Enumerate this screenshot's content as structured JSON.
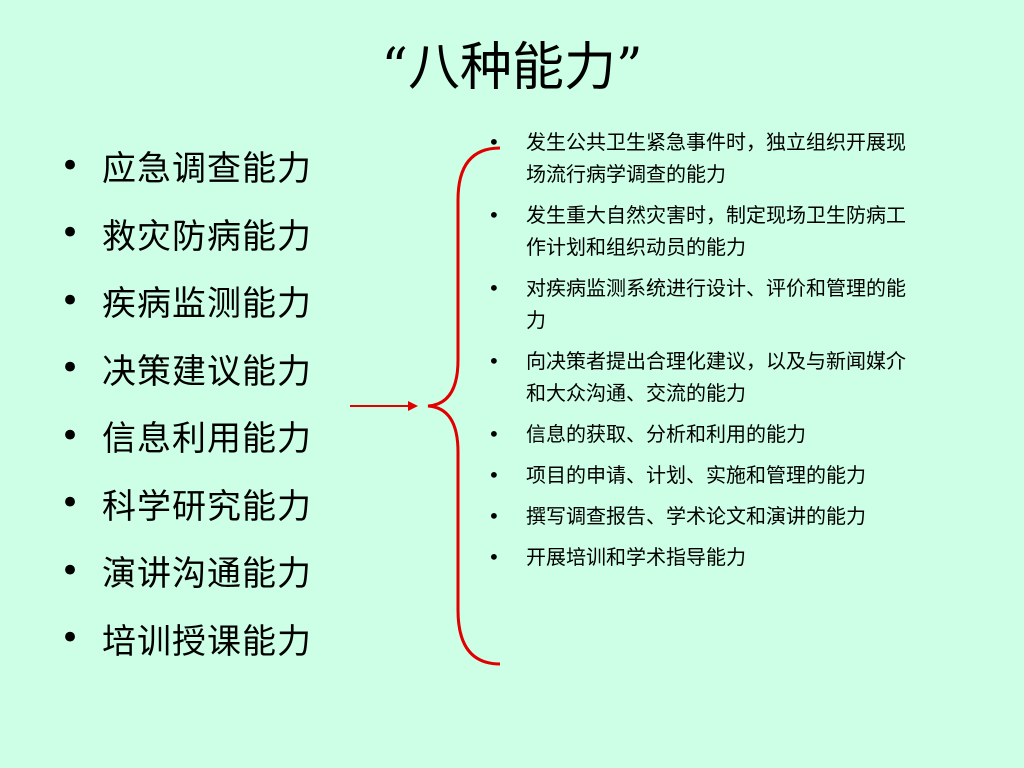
{
  "title": "“八种能力”",
  "bullet": "•",
  "left_items": [
    "应急调查能力",
    "救灾防病能力",
    "疾病监测能力",
    "决策建议能力",
    "信息利用能力",
    "科学研究能力",
    "演讲沟通能力",
    "培训授课能力"
  ],
  "right_items": [
    "发生公共卫生紧急事件时，独立组织开展现场流行病学调查的能力",
    "发生重大自然灾害时，制定现场卫生防病工作计划和组织动员的能力",
    "对疾病监测系统进行设计、评价和管理的能力",
    "向决策者提出合理化建议，以及与新闻媒介和大众沟通、交流的能力",
    "信息的获取、分析和利用的能力",
    "项目的申请、计划、实施和管理的能力",
    "撰写调查报告、学术论文和演讲的能力",
    "开展培训和学术指导能力"
  ],
  "colors": {
    "background": "#ccffe6",
    "connector": "#e00000"
  }
}
